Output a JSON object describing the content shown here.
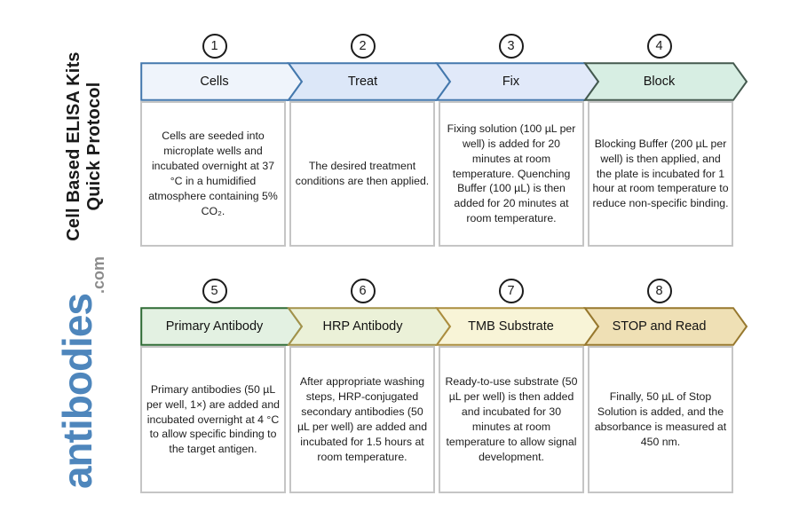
{
  "sidebar": {
    "title_line1": "Cell Based ELISA Kits",
    "title_line2": "Quick Protocol",
    "logo_text": "antibodies",
    "logo_suffix": ".com",
    "logo_color": "#4e86bc",
    "logo_suffix_color": "#8c8c8c",
    "title_color": "#1a1a1a"
  },
  "steps": [
    {
      "number": "1",
      "label": "Cells",
      "fill": "#eff4fb",
      "stroke": "#4478ad",
      "description": "Cells are seeded into microplate wells and incubated overnight at 37 °C in a humidified atmosphere containing 5% CO₂."
    },
    {
      "number": "2",
      "label": "Treat",
      "fill": "#dce7f8",
      "stroke": "#4478ad",
      "description": "The desired treatment conditions are then applied."
    },
    {
      "number": "3",
      "label": "Fix",
      "fill": "#e1e9f9",
      "stroke": "#4478ad",
      "description": "Fixing solution (100 µL per well) is added for 20 minutes at room temperature. Quenching Buffer (100 µL) is then added for 20 minutes at room temperature."
    },
    {
      "number": "4",
      "label": "Block",
      "fill": "#d7eee3",
      "stroke": "#44594e",
      "description": "Blocking Buffer (200 µL per well) is then applied, and the plate is incubated for 1 hour at room temperature to reduce non-specific binding."
    },
    {
      "number": "5",
      "label": "Primary Antibody",
      "fill": "#e3f1e2",
      "stroke": "#2f6b35",
      "description": "Primary antibodies (50 µL per well, 1×) are added and incubated overnight at 4 °C to allow specific binding to the target antigen."
    },
    {
      "number": "6",
      "label": "HRP Antibody",
      "fill": "#ebf1d8",
      "stroke": "#a3924a",
      "description": "After appropriate washing steps, HRP-conjugated secondary antibodies (50 µL per well) are added and incubated for 1.5 hours at room temperature."
    },
    {
      "number": "7",
      "label": "TMB Substrate",
      "fill": "#f8f4d7",
      "stroke": "#ab8d3e",
      "description": "Ready-to-use substrate (50 µL per well) is then added and incubated for 30 minutes at room temperature to allow signal development."
    },
    {
      "number": "8",
      "label": "STOP and Read",
      "fill": "#efe0b5",
      "stroke": "#97782e",
      "description": "Finally, 50 µL of Stop Solution is added, and the absorbance is measured at 450 nm."
    }
  ]
}
